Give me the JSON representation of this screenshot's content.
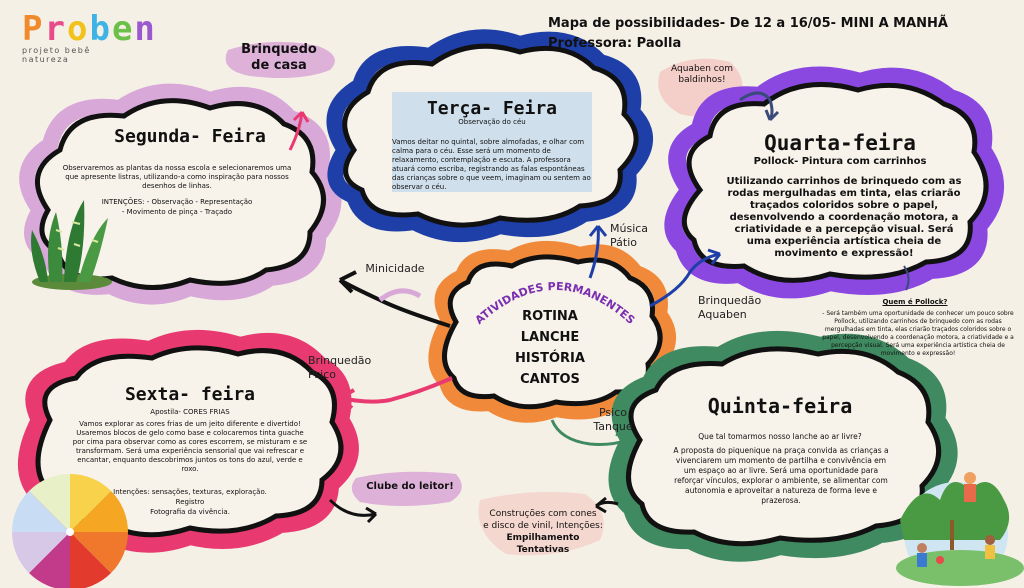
{
  "logo": {
    "name": "Proben",
    "tagline": "projeto bebê natureza",
    "letter_colors": [
      "#f08a2c",
      "#e94a8a",
      "#f2c21b",
      "#3fb3e3",
      "#6cc04a",
      "#9b59d0"
    ]
  },
  "header": {
    "line1": "Mapa de possibilidades- De 12 a 16/05- MINI A MANHÃ",
    "line2": "Professora: Paolla"
  },
  "center": {
    "arc_title": "ATIVIDADES PERMANENTES",
    "items": [
      "ROTINA",
      "LANCHE",
      "HISTÓRIA",
      "CANTOS"
    ]
  },
  "monday": {
    "title": "Segunda- Feira",
    "body": "Observaremos as plantas da nossa escola e selecionaremos uma que apresente listras, utilizando-a como inspiração para nossos desenhos de linhas.",
    "intencoes": "INTENÇÕES: - Observação - Representação",
    "intencoes2": "- Movimento de pinça - Traçado"
  },
  "tuesday": {
    "title": "Terça- Feira",
    "subtitle": "Observação do céu",
    "body": "Vamos deitar no quintal, sobre almofadas, e olhar com calma para o céu. Esse será um momento de relaxamento, contemplação e escuta. A professora atuará como escriba, registrando as falas espontâneas das crianças sobre o que veem, imaginam ou sentem ao observar o céu."
  },
  "wednesday": {
    "title": "Quarta-feira",
    "subtitle": "Pollock- Pintura com carrinhos",
    "body": "Utilizando carrinhos de brinquedo com as rodas mergulhadas em tinta, elas criarão traçados coloridos sobre o papel, desenvolvendo a coordenação motora, a criatividade e a percepção visual. Será uma experiência artística cheia de movimento e expressão!"
  },
  "pollock_note": {
    "title": "Quem é Pollock?",
    "body": "- Será também uma oportunidade de conhecer um pouco sobre Pollock, utilizando carrinhos de brinquedo com as rodas mergulhadas em tinta, elas criarão traçados coloridos sobre o papel, desenvolvendo a coordenação motora, a criatividade e a percepção visual. Será uma experiência artística cheia de movimento e expressão!"
  },
  "thursday": {
    "title": "Quinta-feira",
    "question": "Que tal tomarmos nosso lanche ao ar livre?",
    "body": "A proposta do piquenique na praça convida as crianças a vivenciarem um momento de partilha e convivência em um espaço ao ar livre. Será uma oportunidade para reforçar vínculos, explorar o ambiente, se alimentar com autonomia e aproveitar a natureza de forma leve e prazerosa."
  },
  "friday": {
    "title": "Sexta- feira",
    "subtitle": "Apostila- CORES FRIAS",
    "body": "Vamos explorar as cores frias de um jeito diferente e divertido! Usaremos blocos de gelo como base e colocaremos tinta guache por cima para observar como as cores escorrem, se misturam e se transformam. Será uma experiência sensorial que vai refrescar e encantar, enquanto descobrimos juntos os tons do azul, verde e roxo.",
    "intencoes": "Intenções: sensações, texturas, exploração.",
    "registro": "Registro",
    "fotografia": "Fotografia da vivência."
  },
  "labels": {
    "brinquedo_casa": [
      "Brinquedo",
      "de casa"
    ],
    "aquaben_baldinhos": [
      "Aquaben com",
      "baldinhos!"
    ],
    "musica_patio": [
      "Música",
      "Pátio"
    ],
    "minicidade": "Minicidade",
    "brinquedao_aquaben": [
      "Brinquedão",
      "Aquaben"
    ],
    "brinquedao_psico": [
      "Brinquedão",
      "Psico"
    ],
    "psico_tanque": [
      "Psico",
      "Tanque"
    ],
    "clube_leitor": "Clube do leitor!",
    "construcoes": [
      "Construções com cones",
      "e disco de vinil, Intenções:",
      "Empilhamento",
      "Tentativas"
    ]
  },
  "colors": {
    "background": "#f5f0e6",
    "monday_border": "#d8a8d8",
    "tuesday_border": "#1f3fa8",
    "wednesday_border": "#8a48e0",
    "thursday_border": "#3f8a60",
    "friday_border": "#e83a70",
    "center_border": "#f08a3a",
    "arc_text": "#7a2db0",
    "label_blob": "#d9a6d6"
  },
  "icons": [
    "plant-illustration",
    "color-wheel-illustration",
    "picnic-illustration"
  ]
}
